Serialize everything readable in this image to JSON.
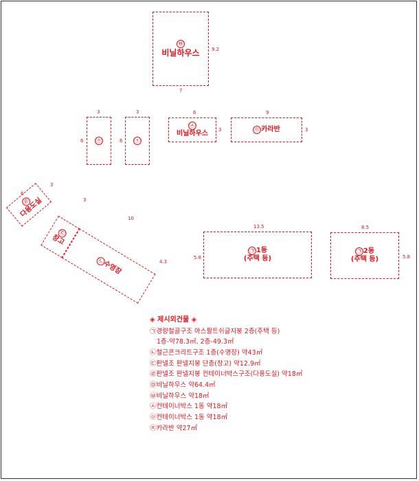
{
  "buildings": {
    "b1": {
      "mark": "㉥",
      "name": "비닐하우스",
      "w": "7",
      "h": "9.2"
    },
    "b2": {
      "mark": "ⓞ",
      "w": "3",
      "h": "6"
    },
    "b3": {
      "mark": "ⓢ",
      "w": "3",
      "h": "6"
    },
    "b4": {
      "mark": "㉦",
      "name": "비닐하우스",
      "w": "6",
      "h": "3"
    },
    "b5": {
      "mark": "㉧",
      "name": "카라반",
      "w": "9",
      "h": "3"
    },
    "b6": {
      "mark": "㉣",
      "name": "다용도실",
      "w": "3",
      "h": "6"
    },
    "b7": {
      "mark": "㉢",
      "name": "창고",
      "w": "3"
    },
    "b8": {
      "mark": "㉡",
      "name": "수영장",
      "w": "10",
      "h": "4.3"
    },
    "b9": {
      "mark": "㉠",
      "name": "1동",
      "sub": "(주택 등)",
      "w": "13.5",
      "h": "5.8"
    },
    "b10": {
      "mark": "㉠",
      "name": "2동",
      "sub": "(주택 등)",
      "w": "8.5",
      "h": "5.8"
    }
  },
  "legend": {
    "title": "◈  제시외건물  ◈",
    "rows": [
      "㉠경량철골구조 아스팔트쉬글지붕 2층(주택 등)",
      "1층-약78.3㎡, 2층-49.3㎡",
      "㉡철근콘크리트구조 1층(수영장) 약43㎡",
      "㉢판넬조 판넬지붕 단층(창고) 약12.9㎡",
      "㉣판넬조 판넬지붕 컨테이너박스구조(다용도실) 약18㎡",
      "㉤비닐하우스 약64.4㎡",
      "㉥비닐하우스 약18㎡",
      "㉦컨테이너박스 1동 약18㎡",
      "㉧컨테이너박스 1동 약18㎡",
      "㉨카라반 약27㎡"
    ]
  }
}
